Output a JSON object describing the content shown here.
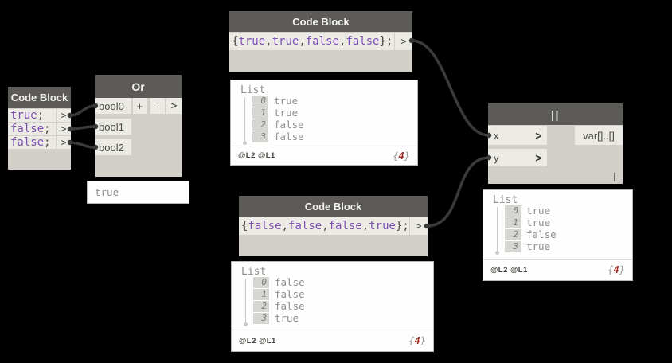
{
  "colors": {
    "background": "#000000",
    "node_header": "#5c5b58",
    "node_body": "#d2cfc8",
    "cell": "#eceae5",
    "wire": "#3a3a3a",
    "keyword": "#7c50b0",
    "code_text": "#494843",
    "header_text": "#f2f1ee",
    "label_text": "#4b4b46",
    "port_text": "#4f4f4a",
    "bubble_bg": "#fefefe",
    "bubble_border": "#b9b9b5",
    "bubble_text": "#8e8e8a",
    "badge_bg": "#d5d5d2",
    "badge_text": "#7c7c78",
    "levels_text": "#45453f",
    "count_red": "#9e2a24",
    "count_brace": "#9b9b97",
    "divider": "#dadad7",
    "tree": "#c9c9c5"
  },
  "nodes": {
    "cb_left": {
      "title": "Code Block",
      "lines": [
        [
          "true",
          ";"
        ],
        [
          "false",
          ";"
        ],
        [
          "false",
          ";"
        ]
      ],
      "port_glyph": ">"
    },
    "or": {
      "title": "Or",
      "inputs": [
        "bool0",
        "bool1",
        "bool2"
      ],
      "add_label": "+",
      "remove_label": "-",
      "port_glyph": ">"
    },
    "cb_top": {
      "title": "Code Block",
      "tokens": [
        "{",
        "true",
        ",",
        "true",
        ",",
        "false",
        ",",
        "false",
        "};"
      ],
      "port_glyph": ">"
    },
    "cb_bottom": {
      "title": "Code Block",
      "tokens": [
        "{",
        "false",
        ",",
        "false",
        ",",
        "false",
        ",",
        "true",
        "};"
      ],
      "port_glyph": ">"
    },
    "or2": {
      "title": "||",
      "inputs": [
        "x",
        "y"
      ],
      "chevron_glyph": ">",
      "output_label": "var[]..[]",
      "lacing_glyph": "|"
    }
  },
  "previews": {
    "or_result": {
      "value": "true"
    },
    "list_top": {
      "title": "List",
      "items": [
        {
          "i": "0",
          "v": "true"
        },
        {
          "i": "1",
          "v": "true"
        },
        {
          "i": "2",
          "v": "false"
        },
        {
          "i": "3",
          "v": "false"
        }
      ],
      "levels": "@L2 @L1",
      "count_open": "{",
      "count": "4",
      "count_close": "}"
    },
    "list_bottom": {
      "title": "List",
      "items": [
        {
          "i": "0",
          "v": "false"
        },
        {
          "i": "1",
          "v": "false"
        },
        {
          "i": "2",
          "v": "false"
        },
        {
          "i": "3",
          "v": "true"
        }
      ],
      "levels": "@L2 @L1",
      "count_open": "{",
      "count": "4",
      "count_close": "}"
    },
    "list_right": {
      "title": "List",
      "items": [
        {
          "i": "0",
          "v": "true"
        },
        {
          "i": "1",
          "v": "true"
        },
        {
          "i": "2",
          "v": "false"
        },
        {
          "i": "3",
          "v": "true"
        }
      ],
      "levels": "@L2 @L1",
      "count_open": "{",
      "count": "4",
      "count_close": "}"
    }
  }
}
